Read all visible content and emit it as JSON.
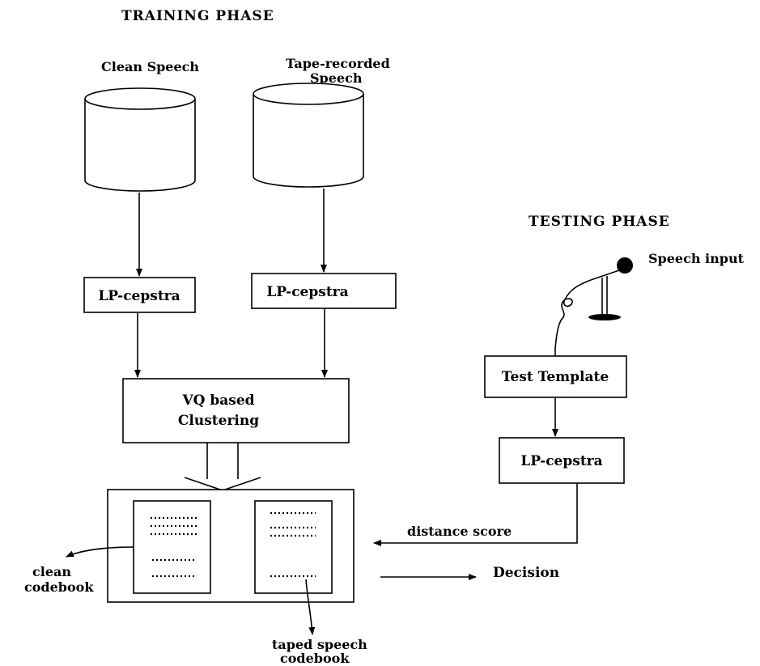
{
  "training": {
    "heading": "TRAINING   PHASE",
    "clean_speech_label": "Clean Speech",
    "tape_speech_label_line1": "Tape-recorded",
    "tape_speech_label_line2": "Speech",
    "lp_cepstra_left": "LP-cepstra",
    "lp_cepstra_right": "LP-cepstra",
    "vq_line1": "VQ  based",
    "vq_line2": "Clustering"
  },
  "testing": {
    "heading": "TESTING   PHASE",
    "speech_input": "Speech input",
    "test_template": "Test Template",
    "lp_cepstra": "LP-cepstra"
  },
  "output": {
    "distance_score": "distance score",
    "decision": "Decision",
    "clean_codebook_line1": "clean",
    "clean_codebook_line2": "codebook",
    "taped_codebook_line1": "taped speech",
    "taped_codebook_line2": "codebook"
  }
}
